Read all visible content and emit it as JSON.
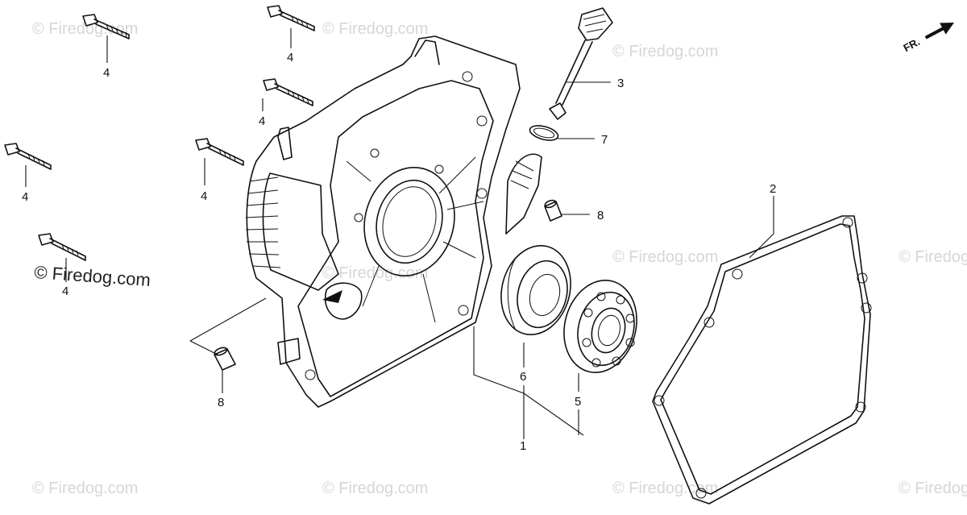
{
  "diagram": {
    "orientation_label": "FR.",
    "callouts": [
      {
        "id": "c1",
        "label": "1"
      },
      {
        "id": "c2",
        "label": "2"
      },
      {
        "id": "c3",
        "label": "3"
      },
      {
        "id": "c4a",
        "label": "4"
      },
      {
        "id": "c4b",
        "label": "4"
      },
      {
        "id": "c4c",
        "label": "4"
      },
      {
        "id": "c4d",
        "label": "4"
      },
      {
        "id": "c4e",
        "label": "4"
      },
      {
        "id": "c4f",
        "label": "4"
      },
      {
        "id": "c5",
        "label": "5"
      },
      {
        "id": "c6",
        "label": "6"
      },
      {
        "id": "c7",
        "label": "7"
      },
      {
        "id": "c8a",
        "label": "8"
      },
      {
        "id": "c8b",
        "label": "8"
      }
    ],
    "watermark": "© Firedog.com",
    "watermark_dark": "© Firedog.com"
  }
}
